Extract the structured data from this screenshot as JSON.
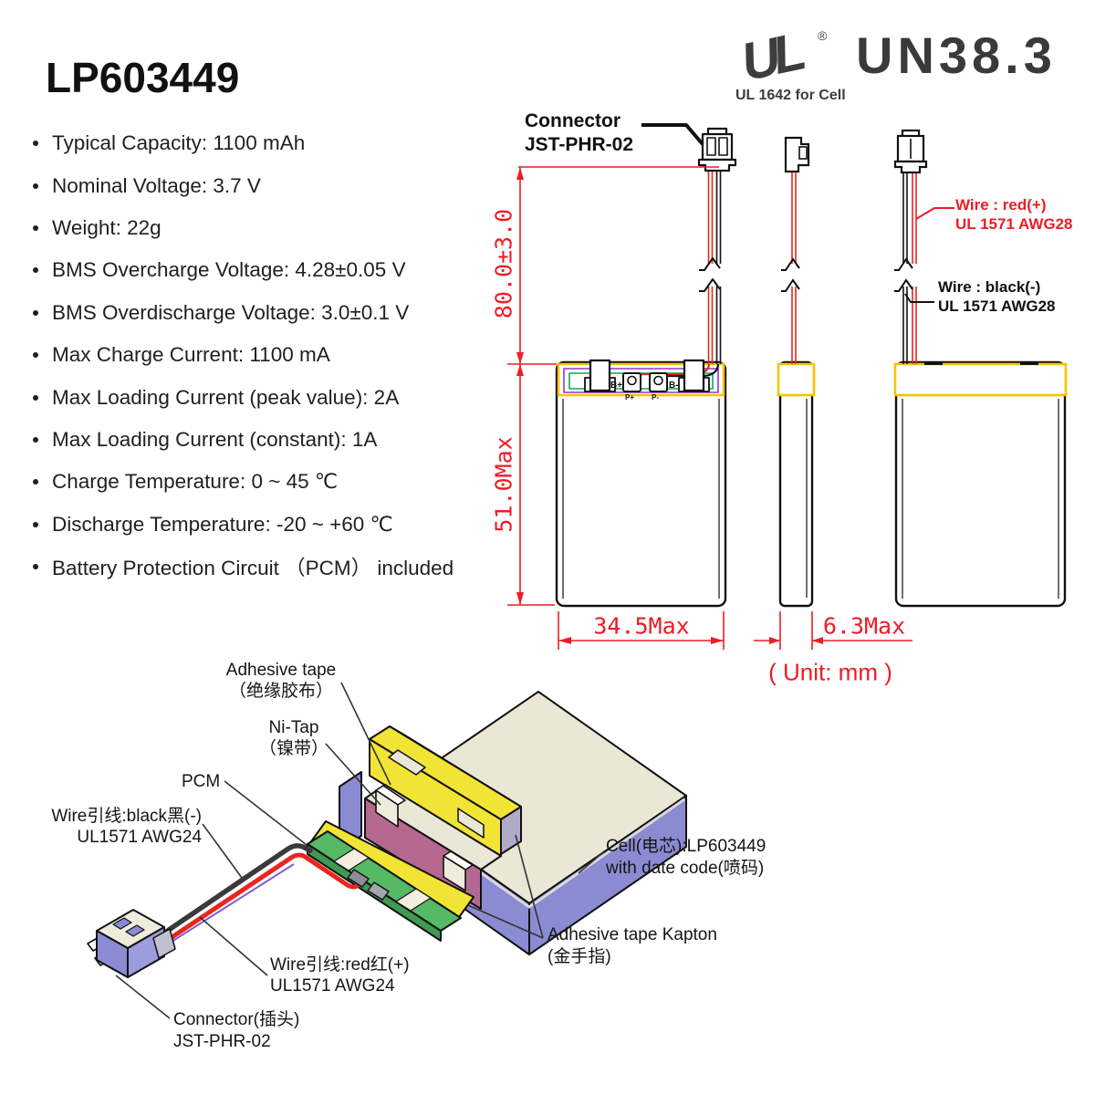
{
  "title": "LP603449",
  "specs": [
    "Typical Capacity: 1100 mAh",
    "Nominal Voltage: 3.7 V",
    "Weight: 22g",
    "BMS Overcharge Voltage: 4.28±0.05 V",
    "BMS Overdischarge Voltage: 3.0±0.1 V",
    "Max Charge Current: 1100 mA",
    "Max Loading Current (peak value): 2A",
    "Max Loading Current (constant): 1A",
    "Charge Temperature: 0 ~ 45 ℃",
    "Discharge Temperature: -20 ~ +60 ℃",
    "Battery Protection Circuit （PCM） included"
  ],
  "certifications": {
    "ul_text": "UL",
    "ul_registered": "®",
    "ul_caption": "UL 1642 for Cell",
    "un_label": "UN38.3"
  },
  "dimension_drawing": {
    "connector_line1": "Connector",
    "connector_line2": "JST-PHR-02",
    "dim_total_height": "80.0±3.0",
    "dim_body_height": "51.0Max",
    "dim_body_width": "34.5Max",
    "dim_thickness": "6.3Max",
    "unit_note": "( Unit: mm )",
    "wire_red_line1": "Wire : red(+)",
    "wire_red_line2": "UL 1571 AWG28",
    "wire_black_line1": "Wire : black(-)",
    "wire_black_line2": "UL 1571 AWG28",
    "pcb": {
      "b_plus": "B+",
      "p_plus": "P+",
      "p_minus": "P-",
      "b_minus": "B-"
    }
  },
  "exploded_view": {
    "adhesive_tape_line1": "Adhesive tape",
    "adhesive_tape_line2": "（绝缘胶布）",
    "ni_tap_line1": "Ni-Tap",
    "ni_tap_line2": "（镍带）",
    "pcm_label": "PCM",
    "wire_black_line1": "Wire引线:black黑(-)",
    "wire_black_line2": "UL1571 AWG24",
    "wire_red_line1": "Wire引线:red红(+)",
    "wire_red_line2": "UL1571 AWG24",
    "connector_line1": "Connector(插头)",
    "connector_line2": "JST-PHR-02",
    "cell_line1": "Cell(电芯):LP603449",
    "cell_line2": "with date code(喷码)",
    "kapton_line1": "Adhesive tape Kapton",
    "kapton_line2": "(金手指)"
  },
  "colors": {
    "dimension_red": "#ee1c25",
    "wire_red": "#e8261f",
    "tape_yellow": "#f2e434",
    "strip_gold": "#f5c400",
    "cell_top_cream": "#eae7d6",
    "cell_side_purple": "#8b8bd3",
    "pcm_maroon": "#b5688f",
    "pcb_green": "#55b966",
    "trace_purple": "#9b30d0",
    "trace_green": "#00b050",
    "text_dark": "#1c1c1c"
  }
}
